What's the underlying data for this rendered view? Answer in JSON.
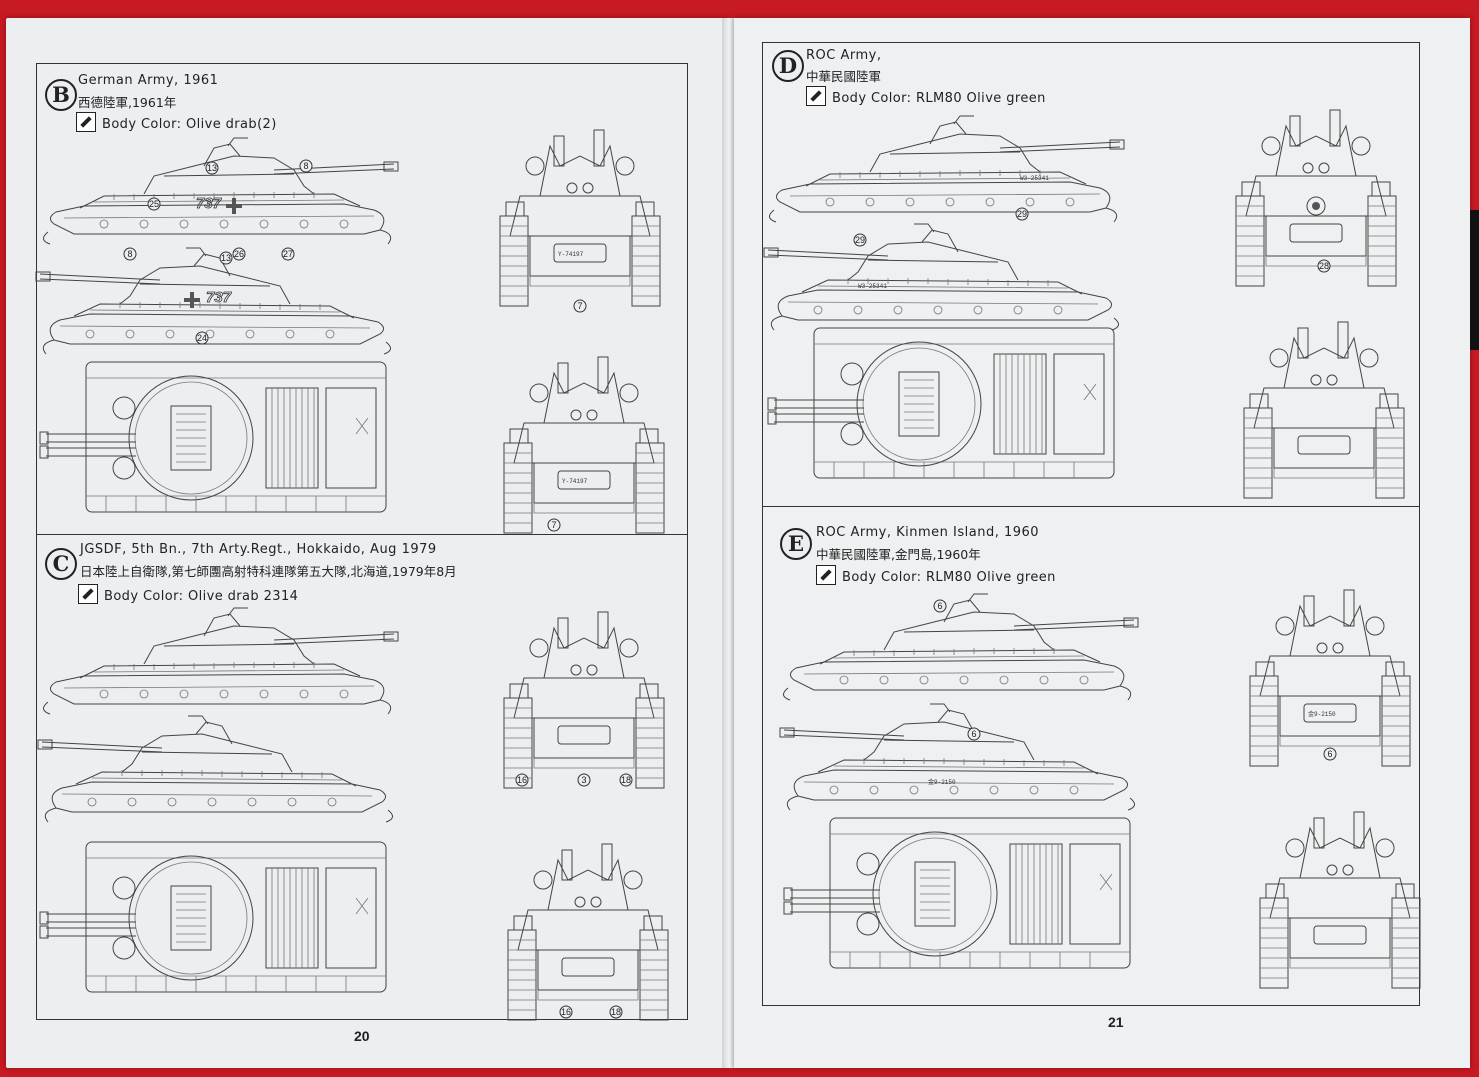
{
  "left_page": {
    "page_number": "20",
    "panels": [
      {
        "letter": "B",
        "title": "German Army, 1961",
        "subtitle": "西德陸軍,1961年",
        "body_color": "Body Color: Olive drab(2)",
        "callouts_side": [
          "13",
          "8",
          "25",
          "26",
          "27"
        ],
        "callouts_side2": [
          "8",
          "13",
          "24"
        ],
        "callouts_front": [
          "7"
        ],
        "callouts_rear": [
          "7"
        ],
        "decal_number": "737",
        "plate_front": "Y-74197",
        "plate_rear": "Y-74197"
      },
      {
        "letter": "C",
        "title": "JGSDF, 5th Bn., 7th Arty.Regt., Hokkaido, Aug 1979",
        "subtitle": "日本陸上自衛隊,第七師團高射特科連隊第五大隊,北海道,1979年8月",
        "body_color": "Body Color: Olive drab 2314",
        "callouts_front": [
          "16",
          "3",
          "18"
        ],
        "callouts_rear": [
          "16",
          "18"
        ]
      }
    ]
  },
  "right_page": {
    "page_number": "21",
    "panels": [
      {
        "letter": "D",
        "title": "ROC Army,",
        "subtitle": "中華民國陸軍",
        "body_color": "Body Color: RLM80 Olive green",
        "callouts_side": [
          "29"
        ],
        "callouts_side2": [
          "29"
        ],
        "callouts_front": [
          "28"
        ],
        "plate_side": "W3-25341",
        "plate_side2": "W3-25341"
      },
      {
        "letter": "E",
        "title": "ROC Army, Kinmen Island, 1960",
        "subtitle": "中華民國陸軍,金門島,1960年",
        "body_color": "Body Color: RLM80 Olive green",
        "callouts_side": [
          "6"
        ],
        "callouts_side2": [
          "6"
        ],
        "callouts_front": [
          "6"
        ],
        "plate_front": "金9-2150",
        "plate_side2": "金9-2150"
      }
    ]
  }
}
